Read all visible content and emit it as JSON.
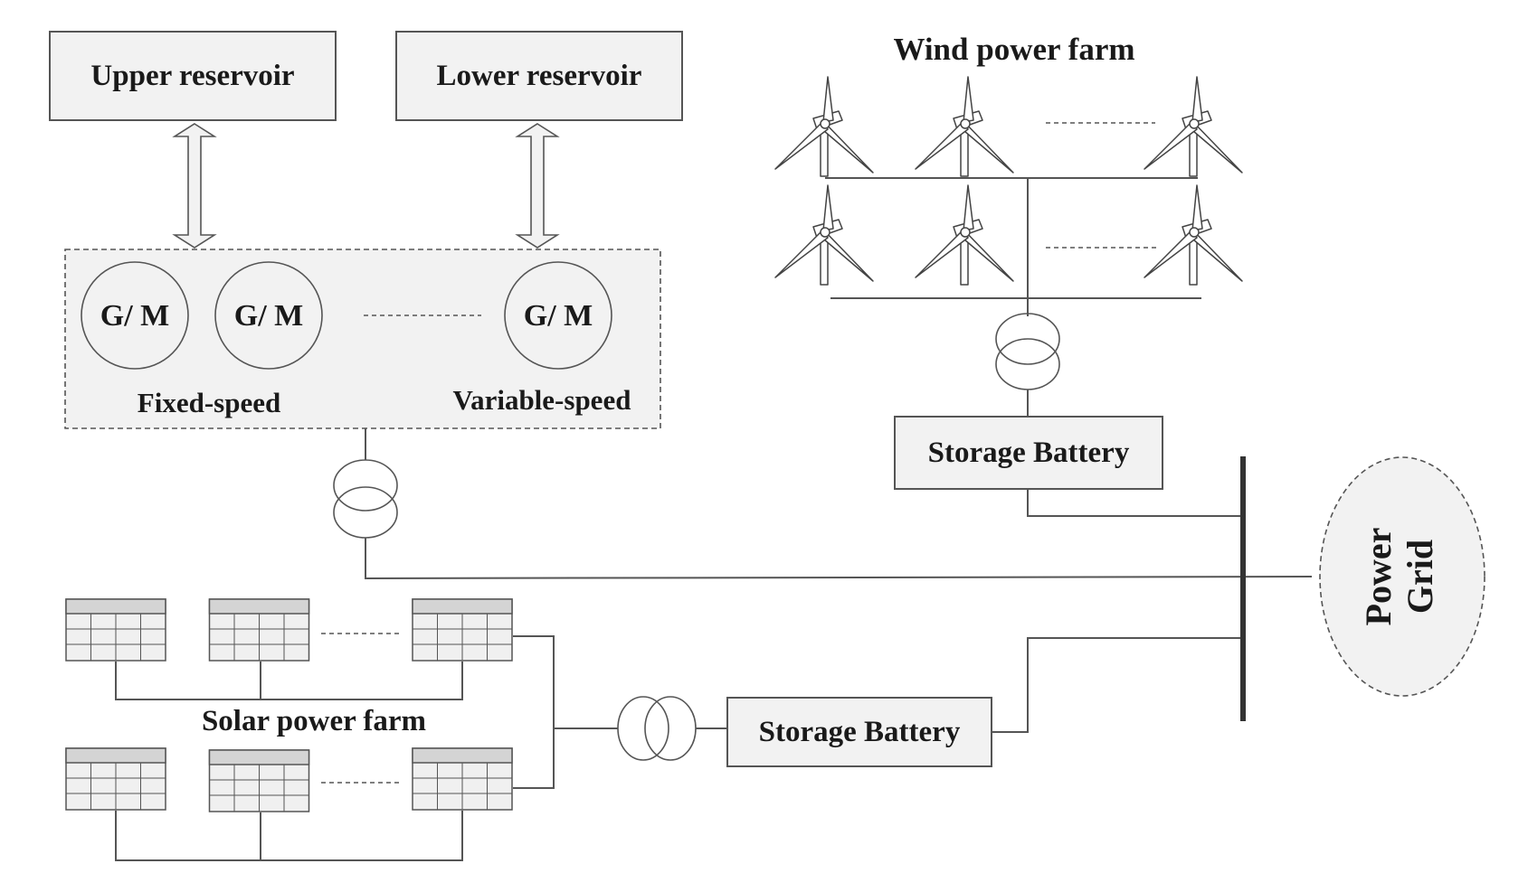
{
  "reservoirs": {
    "upper": "Upper reservoir",
    "lower": "Lower reservoir"
  },
  "pumped_storage": {
    "units": [
      "G/ M",
      "G/ M",
      "G/ M"
    ],
    "fixed_label": "Fixed-speed",
    "variable_label": "Variable-speed"
  },
  "wind": {
    "title": "Wind power farm"
  },
  "solar": {
    "title": "Solar power farm"
  },
  "batteries": {
    "wind": "Storage Battery",
    "solar": "Storage Battery"
  },
  "grid": {
    "line1": "Power",
    "line2": "Grid"
  },
  "icons": {
    "generator": "generator-motor-circle",
    "transformer": "transformer-icon",
    "wind_turbine": "wind-turbine-icon",
    "solar_panel": "solar-panel-icon",
    "busbar": "busbar"
  },
  "colors": {
    "line": "#555555",
    "box_fill": "#f2f2f2",
    "text": "#1a1a1a"
  }
}
